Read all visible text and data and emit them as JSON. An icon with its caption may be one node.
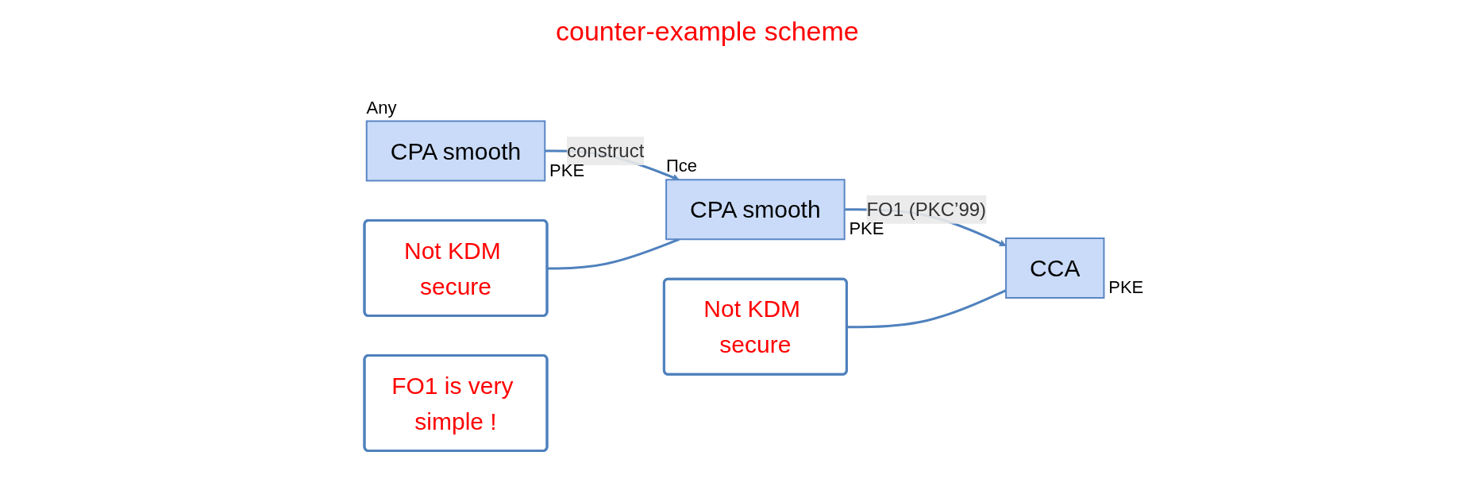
{
  "diagram": {
    "nodes": [
      {
        "text": [
          "CPA smooth"
        ],
        "beside": [
          "Any",
          "PKE"
        ]
      },
      {
        "text": [
          "CPA smooth"
        ],
        "beside": [
          "Πce",
          "PKE"
        ]
      },
      {
        "text": [
          "CCA"
        ],
        "beside": [
          "PKE"
        ]
      },
      {
        "text": [
          "Not KDM secure"
        ]
      },
      {
        "text": [
          "Not KDM secure"
        ]
      },
      {
        "text": [
          "FO1 is very simple !"
        ]
      }
    ],
    "edges": [
      {
        "from": 0,
        "to": 1,
        "arrow": "to",
        "label": "construct"
      },
      {
        "from": 1,
        "to": 2,
        "arrow": "to",
        "label": "FO1 (PKC’99)"
      },
      {
        "from": 3,
        "to": 2,
        "arrow": "none"
      },
      {
        "from": 4,
        "to": 1,
        "arrow": "none"
      }
    ],
    "labels": [
      "counter-example scheme"
    ]
  }
}
